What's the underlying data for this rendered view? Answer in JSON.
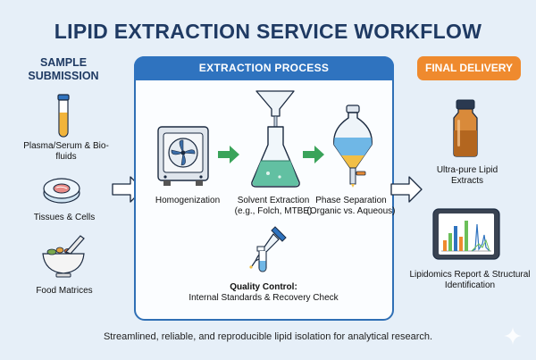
{
  "title": "LIPID EXTRACTION SERVICE WORKFLOW",
  "sample_submission": {
    "heading": "SAMPLE SUBMISSION",
    "items": [
      "Plasma/Serum & Bio-fluids",
      "Tissues & Cells",
      "Food Matrices"
    ]
  },
  "extraction_process": {
    "heading": "EXTRACTION PROCESS",
    "steps": [
      {
        "label": "Homogenization",
        "sub": ""
      },
      {
        "label": "Solvent Extraction",
        "sub": "(e.g., Folch, MTBE)"
      },
      {
        "label": "Phase Separation",
        "sub": "(Organic vs. Aqueous)"
      }
    ],
    "qc": {
      "label": "Quality Control:",
      "sub": "Internal Standards & Recovery Check"
    }
  },
  "final_delivery": {
    "heading": "FINAL DELIVERY",
    "items": [
      "Ultra-pure Lipid Extracts",
      "Lipidomics Report & Structural Identification"
    ]
  },
  "footer": "Streamlined, reliable, and reproducible lipid isolation for analytical research.",
  "colors": {
    "title": "#1f3a63",
    "process_blue": "#2f73bf",
    "final_orange": "#ef8a2e",
    "arrow_green": "#3aa35a",
    "background": "#e6eff8"
  },
  "icons": [
    "test-tube-icon",
    "petri-dish-icon",
    "mortar-pestle-icon",
    "homogenizer-icon",
    "flask-funnel-icon",
    "separatory-funnel-icon",
    "pipette-vial-icon",
    "amber-vial-icon",
    "report-tablet-icon",
    "sparkle-icon"
  ]
}
